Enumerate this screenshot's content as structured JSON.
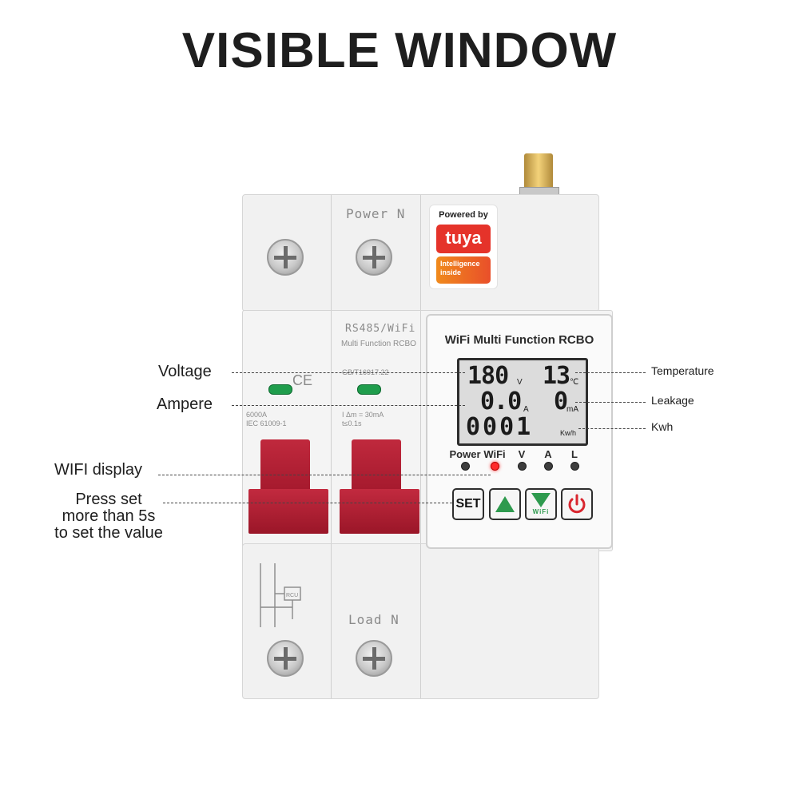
{
  "title": "VISIBLE WINDOW",
  "device": {
    "power_label": "Power  N",
    "load_label": "Load  N",
    "module_label_1": "RS485/WiFi",
    "module_label_2": "Multi Function RCBO",
    "ce_mark": "CE",
    "spec_left": [
      "6000A",
      "IEC 61009-1"
    ],
    "spec_right": [
      "I Δm = 30mA",
      "t≤0.1s"
    ],
    "std_code": "GB/T16917.22",
    "rcu_label": "RCU"
  },
  "tuya": {
    "powered_by": "Powered by",
    "brand": "tuya",
    "line1": "Intelligence",
    "line2": "inside"
  },
  "panel": {
    "title": "WiFi Multi Function RCBO",
    "lcd": {
      "voltage": "180",
      "voltage_unit": "V",
      "temperature": "13",
      "temperature_unit": "℃",
      "current": "0.0",
      "current_unit": "A",
      "leakage": "0",
      "leakage_unit": "mA",
      "energy": "0001",
      "energy_unit": "Kw/h"
    },
    "indicators": [
      {
        "label": "Power",
        "on": false
      },
      {
        "label": "WiFi",
        "on": true
      },
      {
        "label": "V",
        "on": false
      },
      {
        "label": "A",
        "on": false
      },
      {
        "label": "L",
        "on": false
      }
    ],
    "buttons": {
      "set": "SET",
      "wifi": "WiFi"
    }
  },
  "callouts": {
    "voltage": "Voltage",
    "ampere": "Ampere",
    "wifi_display": "WIFI display",
    "press_set_1": "Press set",
    "press_set_2": "more than 5s",
    "press_set_3": "to set the value",
    "temperature": "Temperature",
    "leakage": "Leakage",
    "kwh": "Kwh"
  },
  "colors": {
    "handle": "#b0203a",
    "led_green": "#1f9d4c",
    "led_red": "#ff2a2a",
    "button_icon": "#2e9a4e"
  }
}
